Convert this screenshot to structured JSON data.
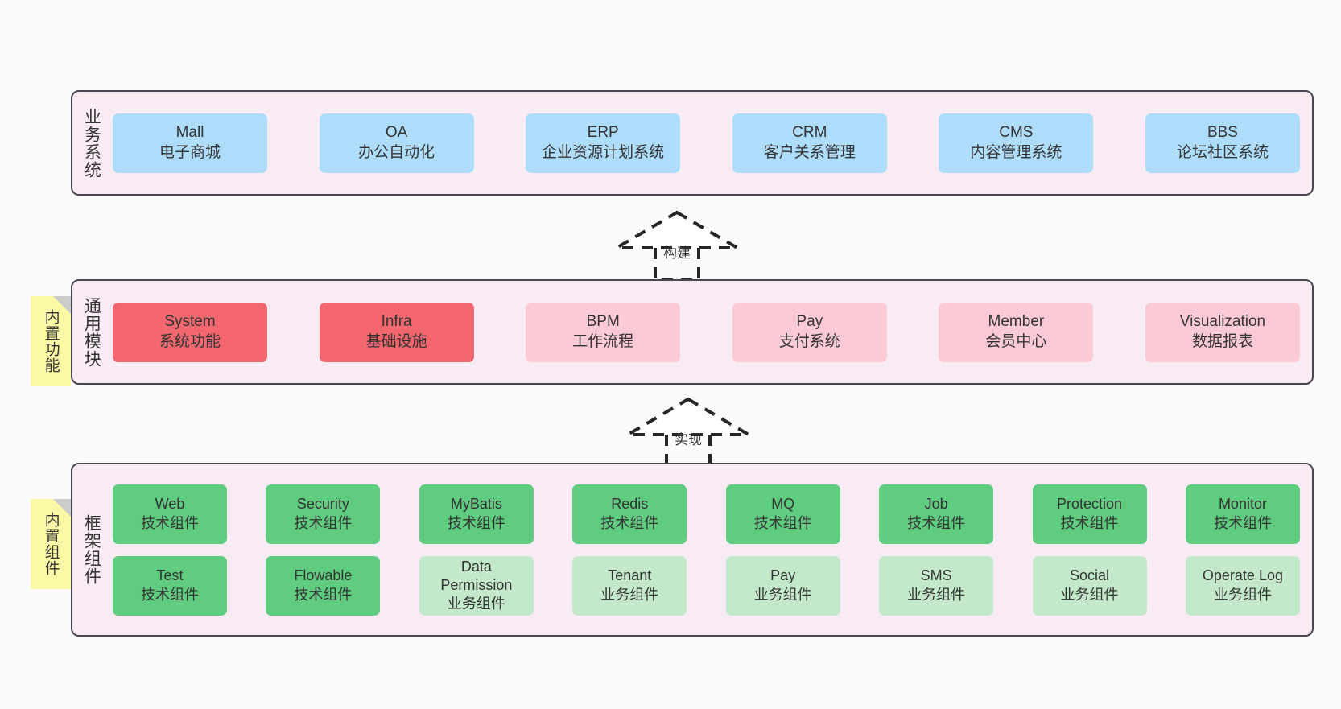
{
  "diagram": {
    "background_color": "#fafafa",
    "layer_fill": "#f9ebf4",
    "layer_border": "#4b4453"
  },
  "layers": [
    {
      "id": "business",
      "title": "业务系统",
      "rows": [
        [
          {
            "en": "Mall",
            "cn": "电子商城",
            "color": "#aeddfb",
            "style": "c-blue"
          },
          {
            "en": "OA",
            "cn": "办公自动化",
            "color": "#aeddfb",
            "style": "c-blue"
          },
          {
            "en": "ERP",
            "cn": "企业资源计划系统",
            "color": "#aeddfb",
            "style": "c-blue"
          },
          {
            "en": "CRM",
            "cn": "客户关系管理",
            "color": "#aeddfb",
            "style": "c-blue"
          },
          {
            "en": "CMS",
            "cn": "内容管理系统",
            "color": "#aeddfb",
            "style": "c-blue"
          },
          {
            "en": "BBS",
            "cn": "论坛社区系统",
            "color": "#aeddfb",
            "style": "c-blue"
          }
        ]
      ]
    },
    {
      "id": "modules",
      "title": "通用模块",
      "note": "内置功能",
      "rows": [
        [
          {
            "en": "System",
            "cn": "系统功能",
            "color": "#f4676f",
            "style": "c-red"
          },
          {
            "en": "Infra",
            "cn": "基础设施",
            "color": "#f4676f",
            "style": "c-red"
          },
          {
            "en": "BPM",
            "cn": "工作流程",
            "color": "#fccad4",
            "style": "c-pink"
          },
          {
            "en": "Pay",
            "cn": "支付系统",
            "color": "#fccad4",
            "style": "c-pink"
          },
          {
            "en": "Member",
            "cn": "会员中心",
            "color": "#fccad4",
            "style": "c-pink"
          },
          {
            "en": "Visualization",
            "cn": "数据报表",
            "color": "#fccad4",
            "style": "c-pink"
          }
        ]
      ]
    },
    {
      "id": "framework",
      "title": "框架组件",
      "note": "内置组件",
      "rows": [
        [
          {
            "en": "Web",
            "cn": "技术组件",
            "color": "#5fcc7f",
            "style": "c-green"
          },
          {
            "en": "Security",
            "cn": "技术组件",
            "color": "#5fcc7f",
            "style": "c-green"
          },
          {
            "en": "MyBatis",
            "cn": "技术组件",
            "color": "#5fcc7f",
            "style": "c-green"
          },
          {
            "en": "Redis",
            "cn": "技术组件",
            "color": "#5fcc7f",
            "style": "c-green"
          },
          {
            "en": "MQ",
            "cn": "技术组件",
            "color": "#5fcc7f",
            "style": "c-green"
          },
          {
            "en": "Job",
            "cn": "技术组件",
            "color": "#5fcc7f",
            "style": "c-green"
          },
          {
            "en": "Protection",
            "cn": "技术组件",
            "color": "#5fcc7f",
            "style": "c-green"
          },
          {
            "en": "Monitor",
            "cn": "技术组件",
            "color": "#5fcc7f",
            "style": "c-green"
          }
        ],
        [
          {
            "en": "Test",
            "cn": "技术组件",
            "color": "#5fcc7f",
            "style": "c-green"
          },
          {
            "en": "Flowable",
            "cn": "技术组件",
            "color": "#5fcc7f",
            "style": "c-green"
          },
          {
            "en": "Data Permission",
            "cn": "业务组件",
            "color": "#c3e9ca",
            "style": "c-lightgreen wrap"
          },
          {
            "en": "Tenant",
            "cn": "业务组件",
            "color": "#c3e9ca",
            "style": "c-lightgreen"
          },
          {
            "en": "Pay",
            "cn": "业务组件",
            "color": "#c3e9ca",
            "style": "c-lightgreen"
          },
          {
            "en": "SMS",
            "cn": "业务组件",
            "color": "#c3e9ca",
            "style": "c-lightgreen"
          },
          {
            "en": "Social",
            "cn": "业务组件",
            "color": "#c3e9ca",
            "style": "c-lightgreen"
          },
          {
            "en": "Operate Log",
            "cn": "业务组件",
            "color": "#c3e9ca",
            "style": "c-lightgreen"
          }
        ]
      ]
    }
  ],
  "notes": [
    {
      "id": "functions",
      "label": "内置功能"
    },
    {
      "id": "components",
      "label": "内置组件"
    }
  ],
  "arrows": [
    {
      "id": "build",
      "label": "构建",
      "style": "dashed-generalization"
    },
    {
      "id": "implement",
      "label": "实现",
      "style": "dashed-generalization"
    }
  ]
}
